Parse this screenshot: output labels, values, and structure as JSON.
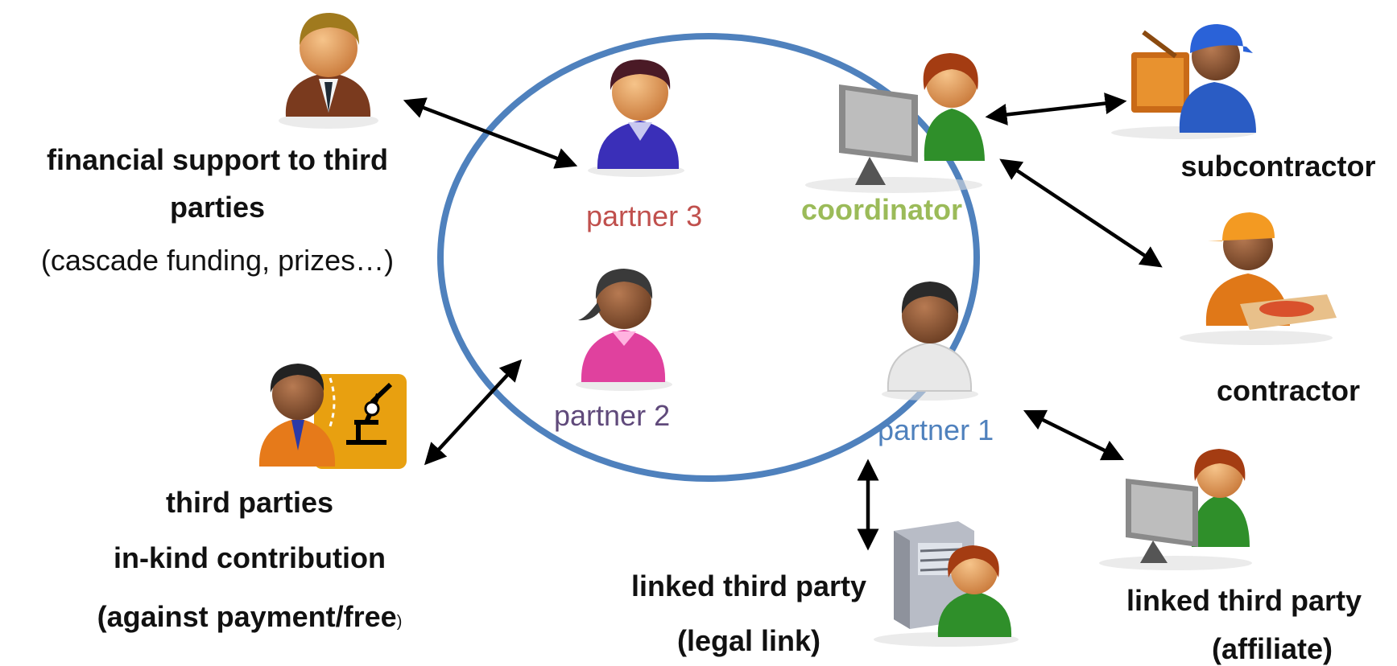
{
  "inner": {
    "partner3": "partner 3",
    "coordinator": "coordinator",
    "partner2": "partner 2",
    "partner1": "partner 1"
  },
  "outer": {
    "financial_line1": "financial support to third",
    "financial_line2": "parties",
    "financial_line3": "(cascade funding, prizes…)",
    "subcontractor": "subcontractor",
    "contractor": "contractor",
    "inkind_line1": "third parties",
    "inkind_line2": "in-kind contribution",
    "inkind_line3": "(against payment/free",
    "inkind_line3_end": ")",
    "legal_line1": "linked third party",
    "legal_line2": "(legal link)",
    "affiliate_line1": "linked third party",
    "affiliate_line2": "(affiliate)"
  },
  "colors": {
    "ellipse": "#4f81bd",
    "partner3": "#c0504d",
    "coordinator": "#9bbb59",
    "partner2": "#604a7b",
    "partner1": "#4f81bd",
    "arrow": "#000000"
  }
}
